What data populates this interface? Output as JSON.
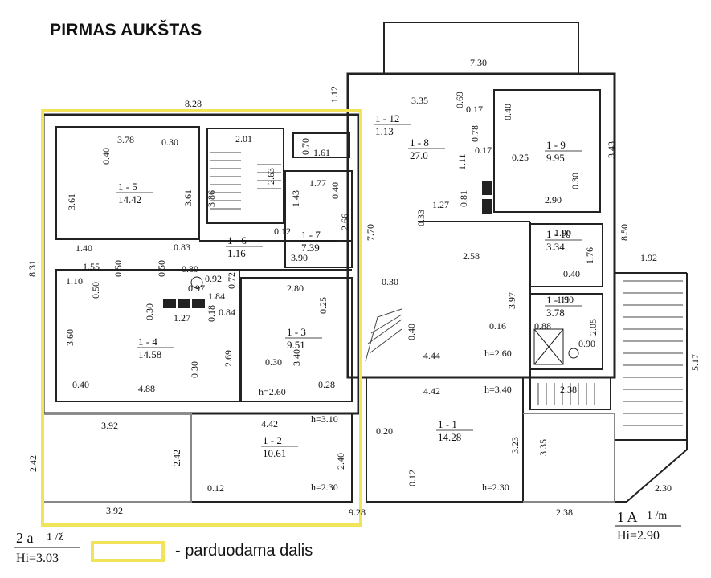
{
  "floor_title": "PIRMAS AUKŠTAS",
  "legend": {
    "text": "- parduodama dalis",
    "highlight_color": "#f1e45a"
  },
  "stamps": {
    "left_line1": "2 a",
    "left_line2": "1 /ž",
    "left_line3": "Hi=3.03",
    "right_line1": "1 A",
    "right_line2": "1 /m",
    "right_line3": "Hi=2.90"
  },
  "rooms": [
    {
      "id": "1 - 1",
      "area": "14.28"
    },
    {
      "id": "1 - 2",
      "area": "10.61"
    },
    {
      "id": "1 - 3",
      "area": "9.51"
    },
    {
      "id": "1 - 4",
      "area": "14.58"
    },
    {
      "id": "1 - 5",
      "area": "14.42"
    },
    {
      "id": "1 - 6",
      "area": "1.16"
    },
    {
      "id": "1 - 7",
      "area": "7.39"
    },
    {
      "id": "1 - 8",
      "area": "27.0"
    },
    {
      "id": "1 - 9",
      "area": "9.95"
    },
    {
      "id": "1 - 10",
      "area": "3.34"
    },
    {
      "id": "1 - 11",
      "area": "3.78"
    },
    {
      "id": "1 - 12",
      "area": "1.13"
    }
  ],
  "heights": [
    "h=2.60",
    "h=2.60",
    "h=3.10",
    "h=2.30",
    "h=2.30",
    "h=3.40",
    "h=2.60"
  ],
  "dimensions": [
    "8.28",
    "7.30",
    "3.35",
    "0.69",
    "0.17",
    "0.40",
    "1.12",
    "3.78",
    "0.30",
    "0.40",
    "3.61",
    "3.61",
    "2.01",
    "0.70",
    "1.61",
    "2.63",
    "3.86",
    "1.77",
    "1.43",
    "0.40",
    "2.66",
    "0.12",
    "0.83",
    "1.40",
    "1.55",
    "0.50",
    "0.50",
    "0.89",
    "0.92",
    "0.97",
    "0.72",
    "1.10",
    "0.50",
    "8.31",
    "3.90",
    "2.80",
    "0.25",
    "1.84",
    "0.84",
    "1.27",
    "0.18",
    "0.30",
    "3.60",
    "2.69",
    "0.30",
    "3.40",
    "0.30",
    "0.28",
    "0.40",
    "4.88",
    "3.92",
    "4.42",
    "2.42",
    "2.42",
    "2.40",
    "0.12",
    "3.92",
    "9.28",
    "2.38",
    "0.20",
    "0.12",
    "3.23",
    "3.35",
    "4.44",
    "4.42",
    "2.38",
    "0.16",
    "0.88",
    "3.97",
    "0.30",
    "7.70",
    "0.33",
    "1.27",
    "0.81",
    "1.11",
    "0.78",
    "0.17",
    "2.58",
    "0.25",
    "3.43",
    "2.90",
    "0.30",
    "8.50",
    "1.90",
    "1.76",
    "0.40",
    "1.90",
    "2.05",
    "0.90",
    "1.92",
    "5.17",
    "2.30",
    "0.40"
  ]
}
